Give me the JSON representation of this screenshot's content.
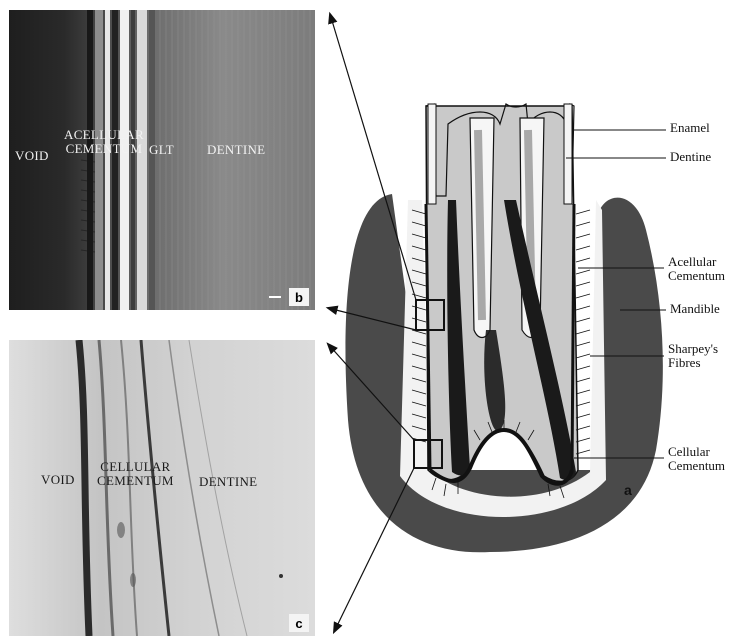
{
  "panel_b": {
    "labels": {
      "void": "VOID",
      "acellular_line1": "ACELLULAR",
      "acellular_line2": "CEMENTUM",
      "glt": "GLT",
      "dentine": "DENTINE"
    },
    "letter": "b"
  },
  "panel_c": {
    "labels": {
      "void": "VOID",
      "cellular_line1": "CELLULAR",
      "cellular_line2": "CEMENTUM",
      "dentine": "DENTINE"
    },
    "letter": "c"
  },
  "diagram": {
    "letter": "a",
    "labels": {
      "enamel": "Enamel",
      "dentine": "Dentine",
      "acellular_line1": "Acellular",
      "acellular_line2": "Cementum",
      "mandible": "Mandible",
      "sharpeys_line1": "Sharpey's",
      "sharpeys_line2": "Fibres",
      "cellular_line1": "Cellular",
      "cellular_line2": "Cementum"
    }
  },
  "colors": {
    "mandible": "#4a4a4a",
    "dentine_fill": "#c8c8c8",
    "pulp": "#a9a9a9",
    "enamel": "#f4f4f4"
  }
}
